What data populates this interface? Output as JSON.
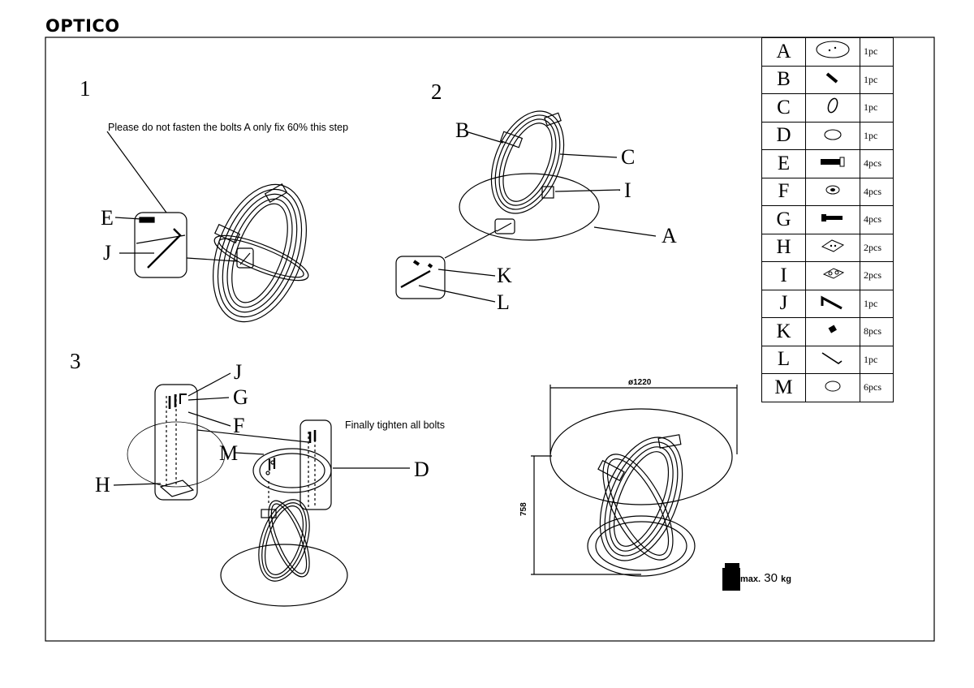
{
  "title": "OPTICO",
  "steps": [
    "1",
    "2",
    "3"
  ],
  "notes": {
    "step1": "Please do not fasten the bolts A only fix 60% this step",
    "step3": "Finally tighten all bolts"
  },
  "labels": {
    "s1": {
      "e": "E",
      "j": "J"
    },
    "s2": {
      "b": "B",
      "c": "C",
      "i": "I",
      "a": "A",
      "k": "K",
      "l": "L"
    },
    "s3": {
      "j": "J",
      "g": "G",
      "f": "F",
      "m": "M",
      "d": "D",
      "h": "H"
    }
  },
  "dimensions": {
    "diameter": "ø1220",
    "height": "758"
  },
  "weight": {
    "prefix": "max.",
    "value": "30",
    "unit": "kg"
  },
  "parts": [
    {
      "letter": "A",
      "qty": "1pc",
      "icon": "glass-top-icon"
    },
    {
      "letter": "B",
      "qty": "1pc",
      "icon": "short-rod-icon"
    },
    {
      "letter": "C",
      "qty": "1pc",
      "icon": "oval-frame-icon"
    },
    {
      "letter": "D",
      "qty": "1pc",
      "icon": "base-disc-icon"
    },
    {
      "letter": "E",
      "qty": "4pcs",
      "icon": "bolt-icon"
    },
    {
      "letter": "F",
      "qty": "4pcs",
      "icon": "washer-icon"
    },
    {
      "letter": "G",
      "qty": "4pcs",
      "icon": "screw-icon"
    },
    {
      "letter": "H",
      "qty": "2pcs",
      "icon": "mounting-plate-icon"
    },
    {
      "letter": "I",
      "qty": "2pcs",
      "icon": "connector-plate-icon"
    },
    {
      "letter": "J",
      "qty": "1pc",
      "icon": "allen-key-icon"
    },
    {
      "letter": "K",
      "qty": "8pcs",
      "icon": "grub-screw-icon"
    },
    {
      "letter": "L",
      "qty": "1pc",
      "icon": "small-allen-key-icon"
    },
    {
      "letter": "M",
      "qty": "6pcs",
      "icon": "pad-icon"
    }
  ]
}
